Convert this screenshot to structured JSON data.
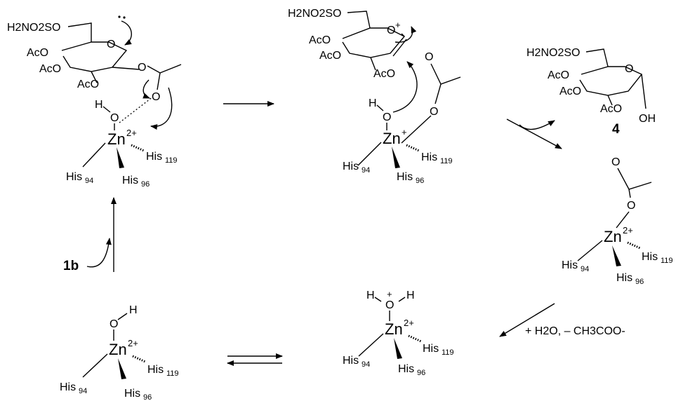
{
  "labels": {
    "zn": "Zn",
    "charge_2plus": "2+",
    "charge_plus": "+",
    "his": "His",
    "his94": "94",
    "his96": "96",
    "his119": "119",
    "h": "H",
    "o": "O",
    "sulfamate": "H2NO2SO",
    "aco": "AcO",
    "oh": "OH",
    "compound_1b": "1b",
    "compound_4": "4",
    "water_acetate_step": "+ H2O, – CH3COO-"
  },
  "colors": {
    "ink": "#000000",
    "background": "#ffffff"
  }
}
